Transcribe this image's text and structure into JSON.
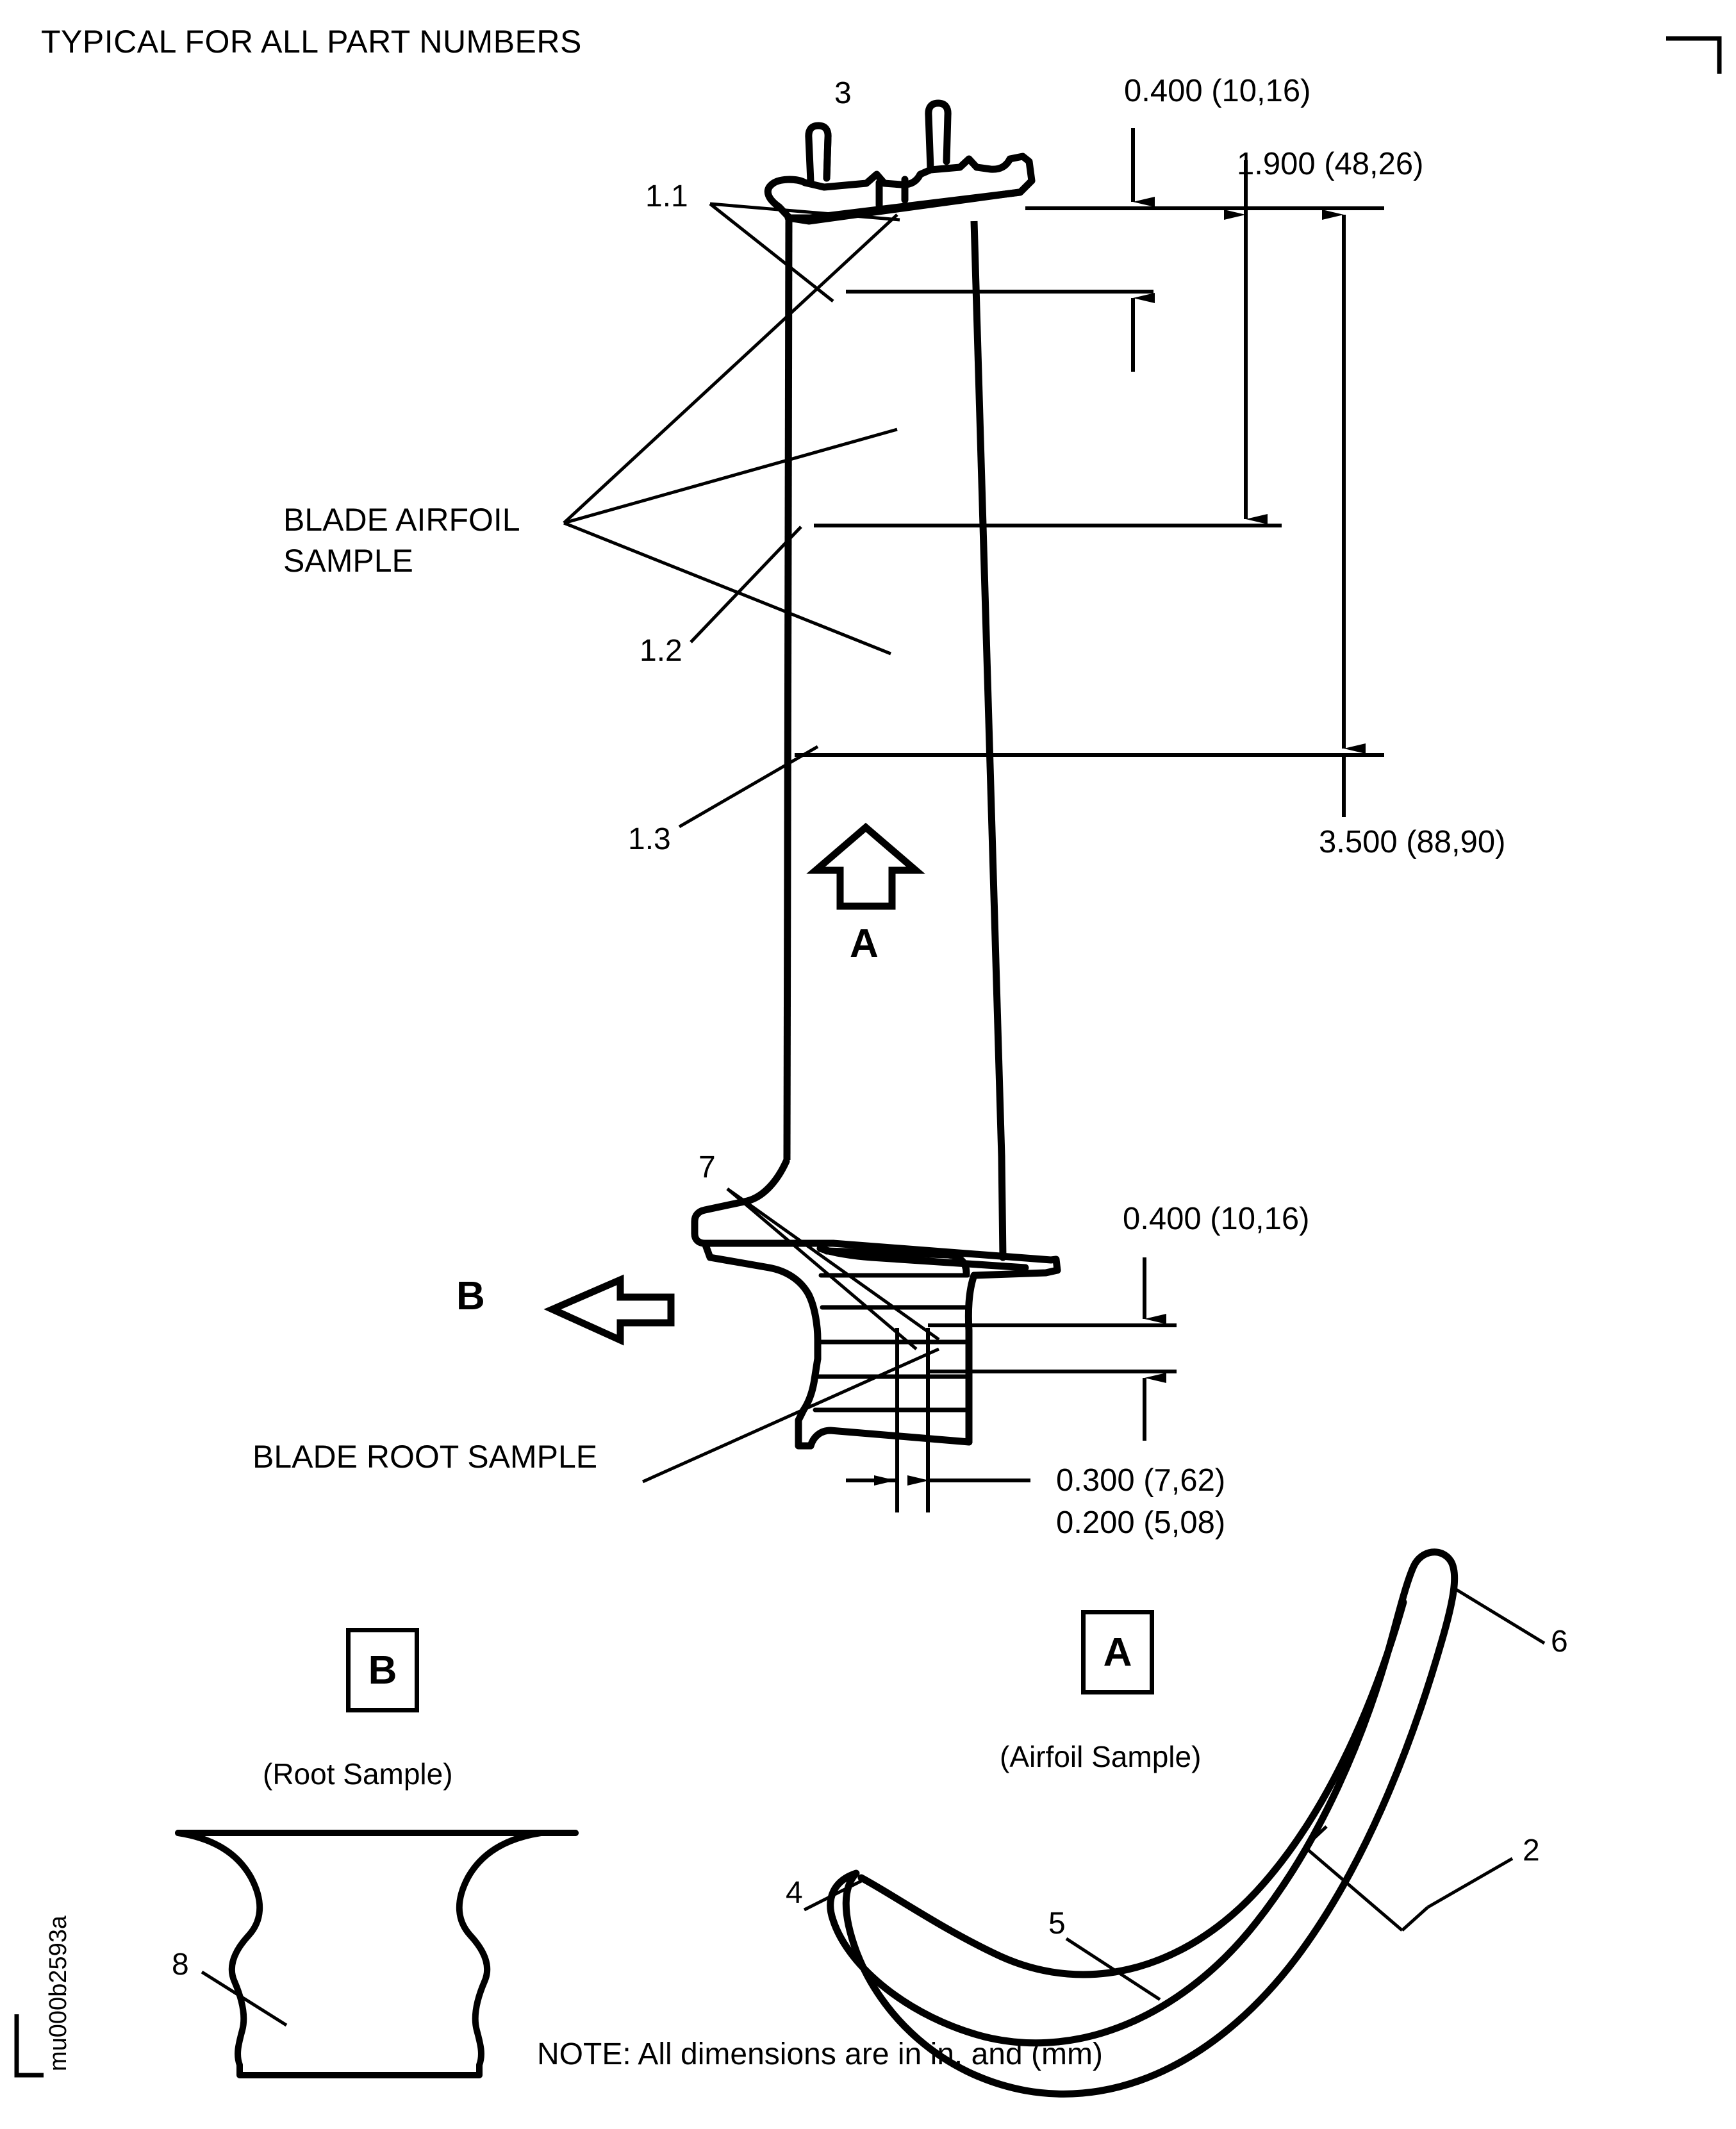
{
  "drawing": {
    "title": "TYPICAL FOR ALL PART NUMBERS",
    "note": "NOTE: All dimensions are in in. and (mm)",
    "figure_id": "mu000b2593a"
  },
  "dimensions": {
    "tip_offset": "0.400 (10,16)",
    "tip_to_mid": "1.900 (48,26)",
    "tip_to_low": "3.500 (88,90)",
    "root_height": "0.400 (10,16)",
    "root_width_1": "0.300 (7,62)",
    "root_width_2": "0.200 (5,08)"
  },
  "labels": {
    "blade_airfoil_sample": "BLADE AIRFOIL\nSAMPLE",
    "blade_airfoil_sample_line1": "BLADE AIRFOIL",
    "blade_airfoil_sample_line2": "SAMPLE",
    "blade_root_sample": "BLADE ROOT SAMPLE"
  },
  "callouts": {
    "c1_1": "1.1",
    "c1_2": "1.2",
    "c1_3": "1.3",
    "c2": "2",
    "c3": "3",
    "c4": "4",
    "c5": "5",
    "c6": "6",
    "c7": "7",
    "c8": "8"
  },
  "view_arrows": {
    "a_letter": "A",
    "b_letter": "B"
  },
  "detail_views": {
    "root": {
      "letter": "B",
      "caption": "(Root Sample)"
    },
    "airfoil": {
      "letter": "A",
      "caption": "(Airfoil Sample)"
    }
  },
  "colors": {
    "line": "#000000",
    "background": "#ffffff"
  }
}
